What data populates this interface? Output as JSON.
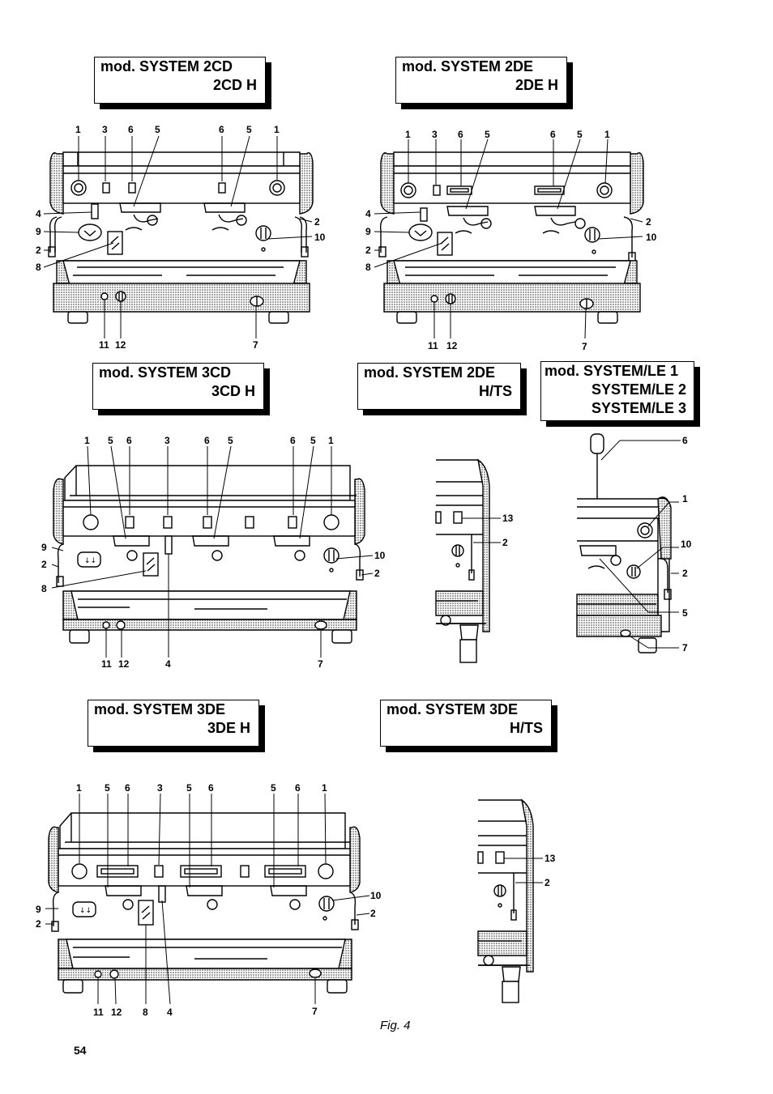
{
  "titles": {
    "t2cd": {
      "line1": "mod. SYSTEM 2CD",
      "line2": "2CD H"
    },
    "t2de": {
      "line1": "mod. SYSTEM 2DE",
      "line2": "2DE H"
    },
    "t3cd": {
      "line1": "mod. SYSTEM 3CD",
      "line2": "3CD H"
    },
    "t2dets": {
      "line1": "mod. SYSTEM 2DE",
      "line2": "H/TS"
    },
    "tle": {
      "line1": "mod. SYSTEM/LE 1",
      "line2": "SYSTEM/LE 2",
      "line3": "SYSTEM/LE 3"
    },
    "t3de": {
      "line1": "mod. SYSTEM 3DE",
      "line2": "3DE H"
    },
    "t3dets": {
      "line1": "mod. SYSTEM 3DE",
      "line2": "H/TS"
    }
  },
  "callouts": {
    "c1": "1",
    "c2": "2",
    "c3": "3",
    "c4": "4",
    "c5": "5",
    "c6": "6",
    "c7": "7",
    "c8": "8",
    "c9": "9",
    "c10": "10",
    "c11": "11",
    "c12": "12",
    "c13": "13"
  },
  "caption": "Fig. 4",
  "page_number": "54"
}
